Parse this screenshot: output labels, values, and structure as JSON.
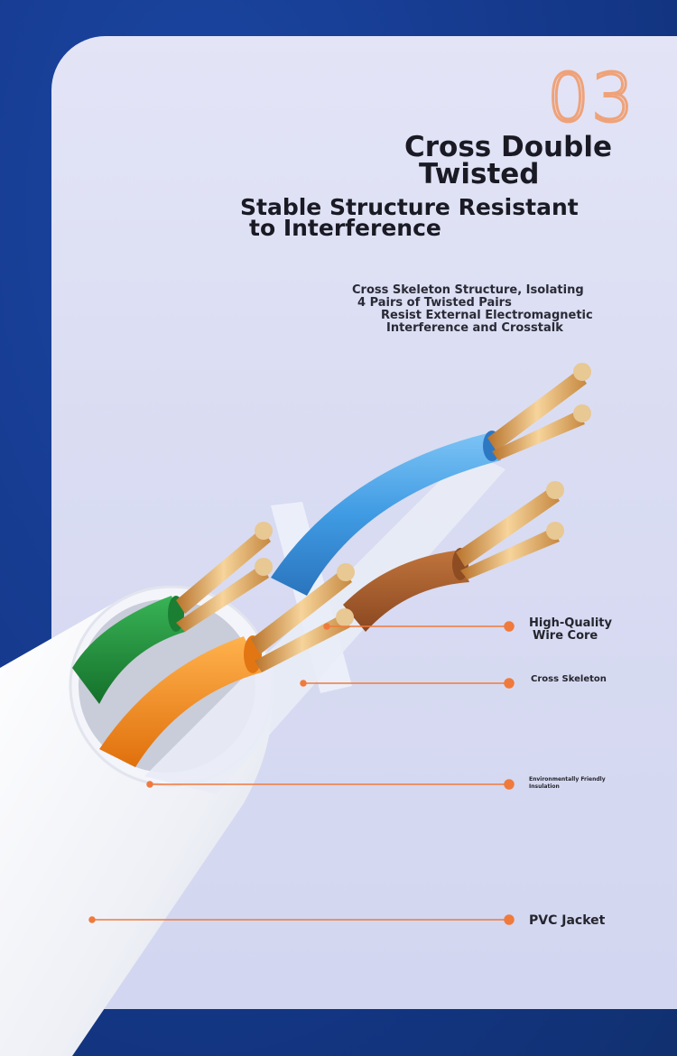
{
  "section_number": "03",
  "heading": {
    "line1": "Cross Double",
    "line2": "Twisted"
  },
  "subheading": {
    "line1": "Stable Structure Resistant",
    "line2": "to Interference"
  },
  "description": {
    "line1": "Cross Skeleton Structure, Isolating",
    "line2": "4 Pairs of Twisted Pairs",
    "line3": "Resist External Electromagnetic",
    "line4": "Interference and Crosstalk"
  },
  "callouts": {
    "wire_core": {
      "line1": "High-Quality",
      "line2": "Wire Core"
    },
    "cross_skeleton": "Cross Skeleton",
    "insulation": {
      "line1": "Environmentally Friendly",
      "line2": "Insulation"
    },
    "pvc_jacket": "PVC Jacket"
  },
  "colors": {
    "background": "#153a8e",
    "panel": "#dcdff4",
    "accent_orange": "#f07a3c",
    "wire_blue": "#4aa3e6",
    "wire_green": "#1f8f3a",
    "wire_orange": "#f08a1c",
    "wire_brown": "#a35a2a",
    "copper": "#d8a05a"
  },
  "icons": [
    "cable-illustration",
    "callout-dot"
  ]
}
